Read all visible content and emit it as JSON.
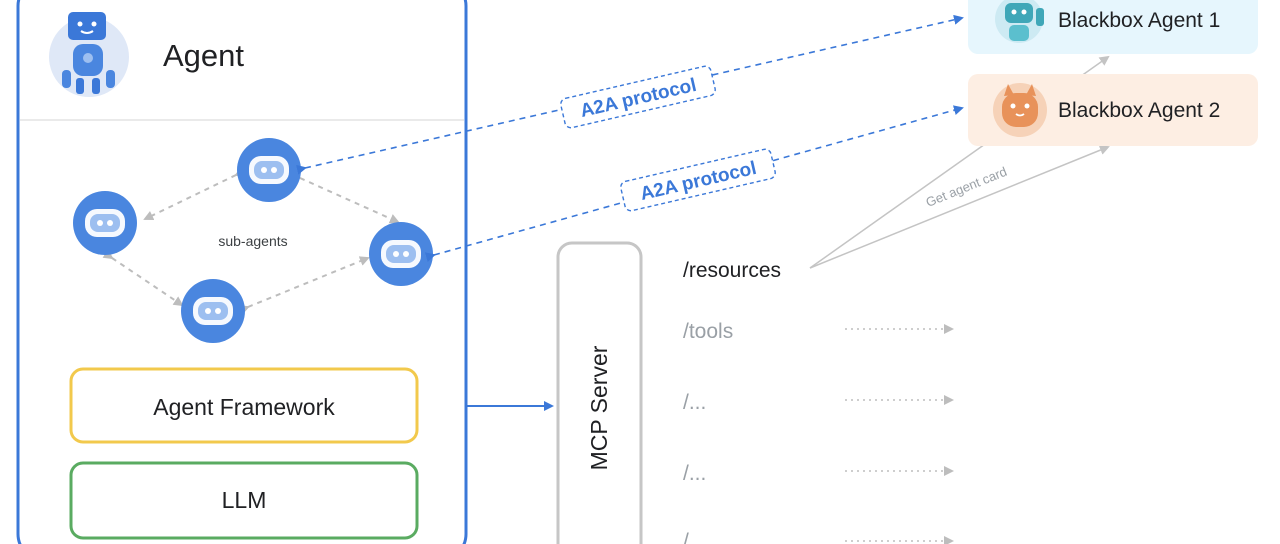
{
  "agent_panel": {
    "title": "Agent",
    "sub_agents_label": "sub-agents",
    "framework_label": "Agent Framework",
    "llm_label": "LLM"
  },
  "protocol_labels": [
    "A2A protocol",
    "A2A protocol"
  ],
  "mcp_server": {
    "label": "MCP Server",
    "endpoints": [
      "/resources",
      "/tools",
      "/...",
      "/...",
      "/"
    ]
  },
  "get_agent_card_label": "Get agent card",
  "blackbox_agents": [
    {
      "label": "Blackbox Agent 1",
      "bg": "#e6f6fd",
      "accent": "#3fa7b8"
    },
    {
      "label": "Blackbox Agent 2",
      "bg": "#fdeee3",
      "accent": "#e8925a"
    }
  ],
  "colors": {
    "primary_blue": "#3b78d8",
    "robot_blue": "#4a86df",
    "framework_border": "#f2c94c",
    "llm_border": "#5aab61",
    "mcp_border": "#c6c6c6",
    "dotted_gray": "#bdbdbd"
  }
}
